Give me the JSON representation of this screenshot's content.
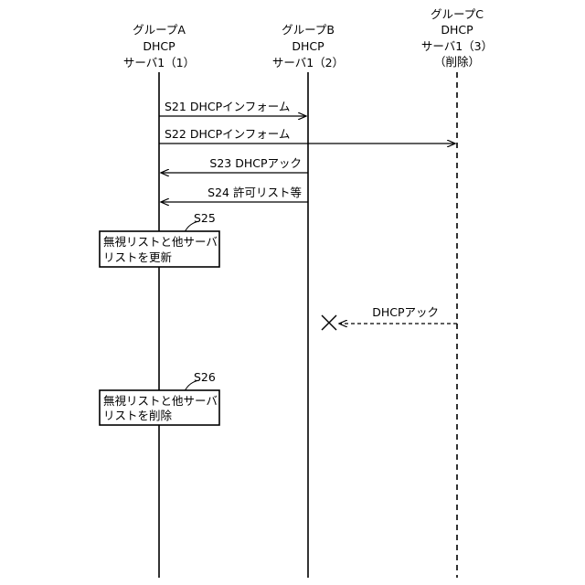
{
  "participants": [
    {
      "lines": [
        "グループA",
        "DHCP",
        "サーバ1（1）"
      ],
      "lifeline_style": "solid"
    },
    {
      "lines": [
        "グループB",
        "DHCP",
        "サーバ1（2）"
      ],
      "lifeline_style": "solid"
    },
    {
      "lines": [
        "グループC",
        "DHCP",
        "サーバ1（3）",
        "（削除）"
      ],
      "lifeline_style": "dashed"
    }
  ],
  "messages": [
    {
      "label": "S21 DHCPインフォーム",
      "from": 0,
      "to": 1,
      "style": "solid"
    },
    {
      "label": "S22 DHCPインフォーム",
      "from": 0,
      "to": 2,
      "style": "solid"
    },
    {
      "label": "S23 DHCPアック",
      "from": 1,
      "to": 0,
      "style": "solid"
    },
    {
      "label": "S24 許可リスト等",
      "from": 1,
      "to": 0,
      "style": "solid"
    },
    {
      "label": "DHCPアック",
      "from": 2,
      "to": 1,
      "style": "dashed",
      "blocked": true
    }
  ],
  "steps": [
    {
      "tag": "S25",
      "lines": [
        "無視リストと他サーバ",
        "リストを更新"
      ]
    },
    {
      "tag": "S26",
      "lines": [
        "無視リストと他サーバ",
        "リストを削除"
      ]
    }
  ]
}
